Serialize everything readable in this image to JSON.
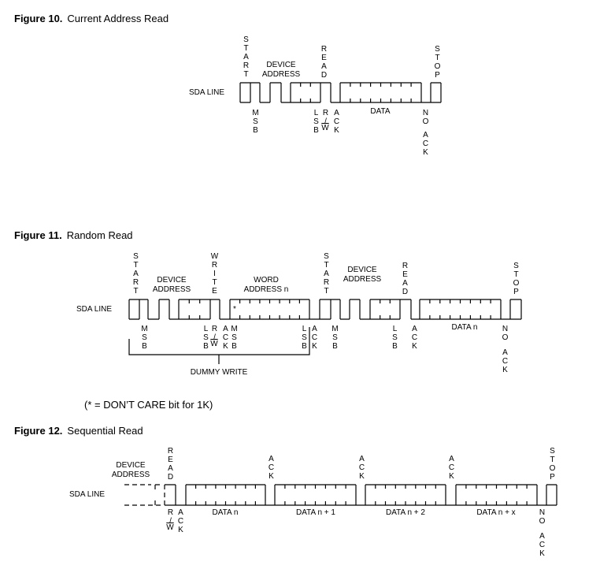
{
  "fig10": {
    "number": "Figure 10.",
    "title": "Current Address Read",
    "sda": "SDA LINE",
    "start": "START",
    "device": "DEVICE",
    "address": "ADDRESS",
    "read": "READ",
    "stop": "STOP",
    "msb": "MSB",
    "lsb": "LSB",
    "rw_r": "R/",
    "rw_w": "W",
    "ack": "ACK",
    "data": "DATA",
    "no": "NO",
    "no_ack": "ACK"
  },
  "fig11": {
    "number": "Figure 11.",
    "title": "Random Read",
    "sda": "SDA LINE",
    "start1": "START",
    "device1": "DEVICE",
    "address1": "ADDRESS",
    "write": "WRITE",
    "word": "WORD",
    "word_address": "ADDRESS n",
    "start2": "START",
    "device2": "DEVICE",
    "address2": "ADDRESS",
    "read": "READ",
    "stop": "STOP",
    "dont_care_mark": "*",
    "msb1": "MSB",
    "lsb1": "LSB",
    "rw_r": "R/",
    "rw_w": "W",
    "ack1": "ACK",
    "msb2": "MSB",
    "lsb2": "LSB",
    "ack2": "ACK",
    "msb3": "MSB",
    "lsb3": "LSB",
    "ack3": "ACK",
    "data": "DATA n",
    "no": "NO",
    "no_ack": "ACK",
    "dummy_write": "DUMMY WRITE",
    "footnote": "(* = DON’T CARE bit for 1K)"
  },
  "fig12": {
    "number": "Figure 12.",
    "title": "Sequential Read",
    "sda": "SDA LINE",
    "device": "DEVICE",
    "address": "ADDRESS",
    "read": "READ",
    "ack1": "ACK",
    "ack2": "ACK",
    "ack3": "ACK",
    "stop": "STOP",
    "rw_r": "R/",
    "rw_w": "W",
    "ack0": "ACK",
    "data": [
      "DATA n",
      "DATA n + 1",
      "DATA n + 2",
      "DATA n + x"
    ],
    "no": "NO",
    "no_ack": "ACK"
  }
}
